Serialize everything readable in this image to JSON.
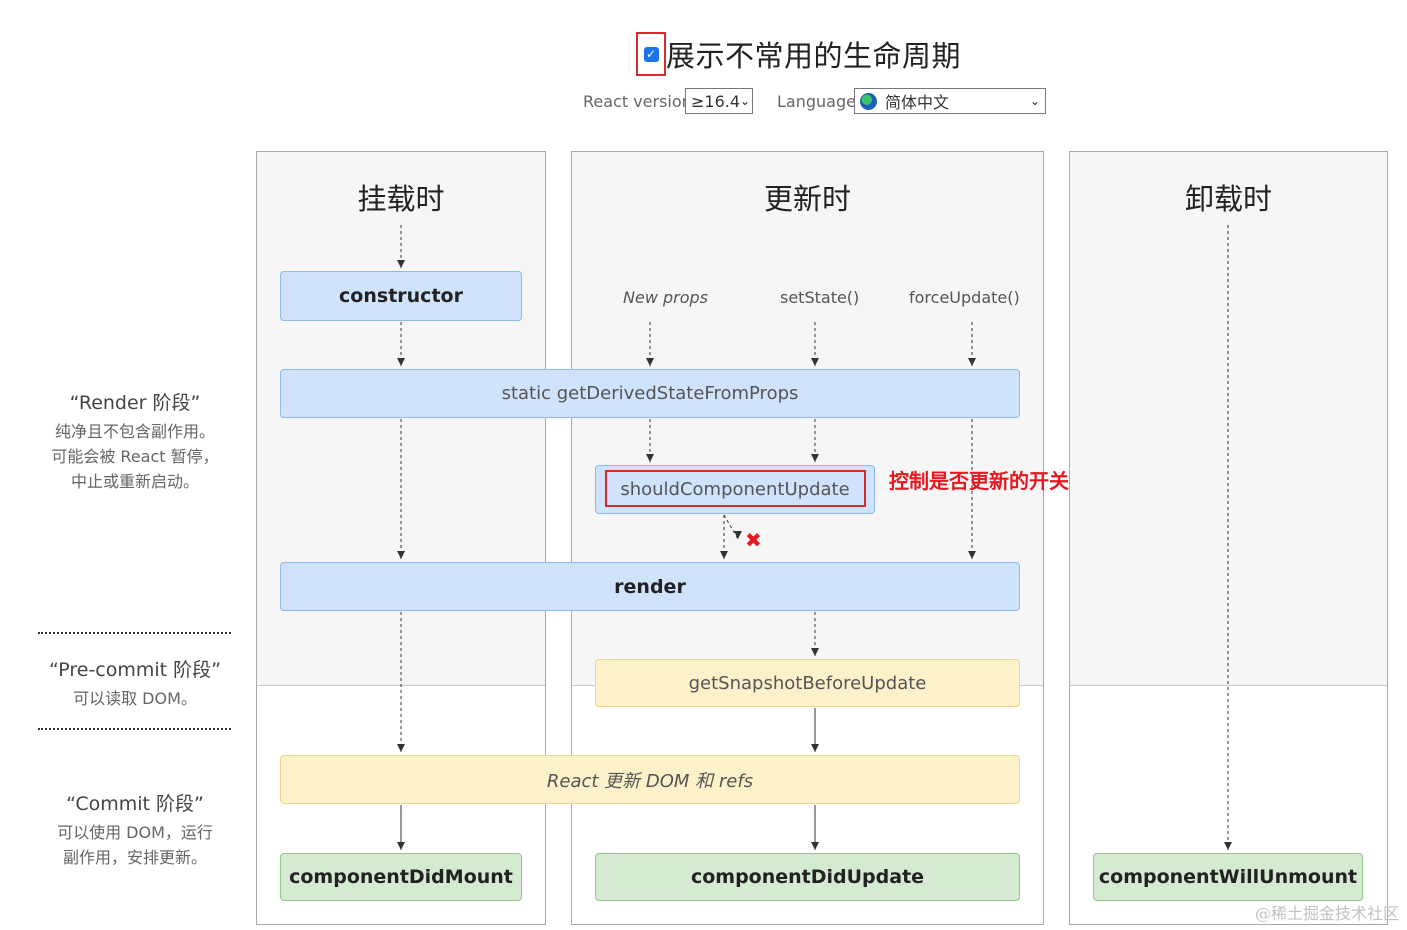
{
  "header": {
    "checkbox_checked": true,
    "title": "展示不常用的生命周期",
    "react_version_label": "React version",
    "react_version_value": "≥16.4",
    "language_label": "Language",
    "language_value": "简体中文"
  },
  "columns": {
    "mount": "挂载时",
    "update": "更新时",
    "unmount": "卸载时"
  },
  "triggers": {
    "new_props": "New props",
    "set_state": "setState()",
    "force_update": "forceUpdate()"
  },
  "methods": {
    "constructor": "constructor",
    "get_derived": "static getDerivedStateFromProps",
    "should_update": "shouldComponentUpdate",
    "render": "render",
    "snapshot": "getSnapshotBeforeUpdate",
    "react_updates_dom": "React 更新 DOM 和 refs",
    "did_mount": "componentDidMount",
    "did_update": "componentDidUpdate",
    "will_unmount": "componentWillUnmount"
  },
  "phases": {
    "render_title": "“Render 阶段”",
    "render_desc": [
      "纯净且不包含副作用。",
      "可能会被 React 暂停，",
      "中止或重新启动。"
    ],
    "precommit_title": "“Pre-commit 阶段”",
    "precommit_desc": [
      "可以读取 DOM。"
    ],
    "commit_title": "“Commit 阶段”",
    "commit_desc": [
      "可以使用 DOM，运行",
      "副作用，安排更新。"
    ]
  },
  "annotation": "控制是否更新的开关",
  "x_mark": "✖",
  "watermark": "@稀土掘金技术社区",
  "colors": {
    "blue_fill": "#cfe3fc",
    "yellow_fill": "#fdf1c9",
    "green_fill": "#d4ebd2",
    "highlight_red": "#d92b2b",
    "annotation_red": "#e5191f"
  }
}
